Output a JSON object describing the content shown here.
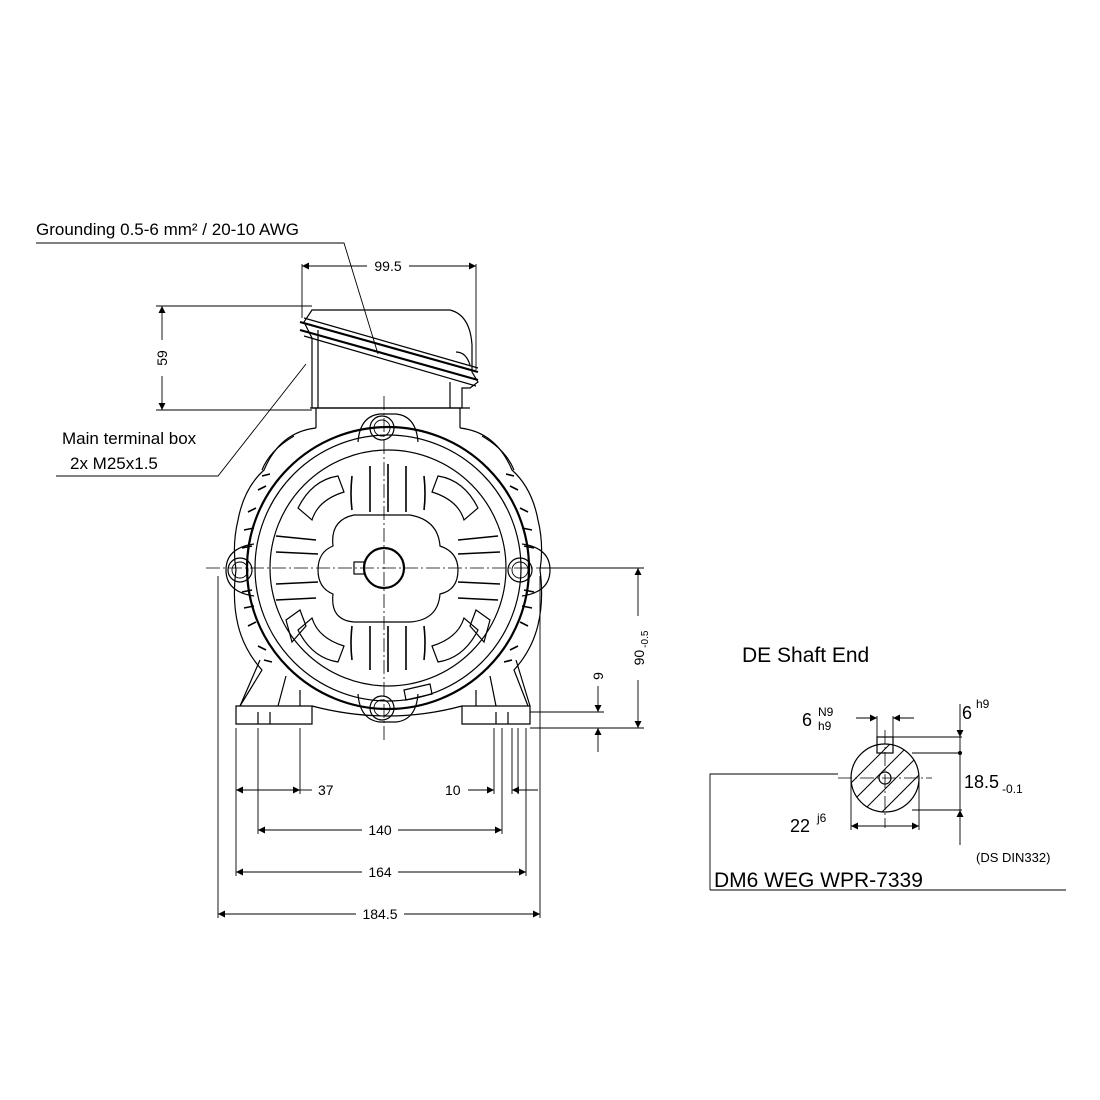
{
  "labels": {
    "grounding": "Grounding 0.5-6 mm² / 20-10 AWG",
    "terminal_box_line1": "Main terminal box",
    "terminal_box_line2": "2x M25x1.5",
    "shaft_end_title": "DE Shaft End",
    "designation": "DM6 WEG WPR-7339",
    "standard": "(DS DIN332)"
  },
  "dimensions": {
    "box_width": "99.5",
    "box_height": "59",
    "shaft_height": "90",
    "shaft_height_tol": "-0.5",
    "foot_height": "9",
    "foot_width": "37",
    "foot_edge": "10",
    "hole_spacing": "140",
    "base_width": "164",
    "overall_width": "184.5"
  },
  "shaft_end": {
    "key_width": "6",
    "key_width_tol_upper": "N9",
    "key_width_tol_lower": "h9",
    "key_height": "6",
    "key_height_tol": "h9",
    "shaft_dia": "22",
    "shaft_dia_tol": "j6",
    "key_depth": "18.5",
    "key_depth_tol": "-0.1"
  }
}
